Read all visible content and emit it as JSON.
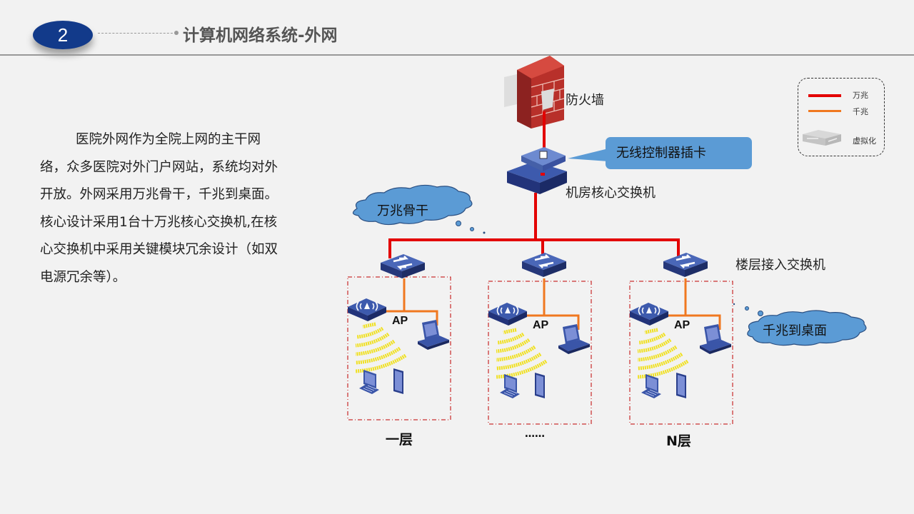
{
  "header": {
    "section_number": "2",
    "title": "计算机网络系统-外网"
  },
  "description": "医院外网作为全院上网的主干网络，众多医院对外门户网站，系统均对外开放。外网采用万兆骨干，千兆到桌面。核心设计采用1台十万兆核心交换机,在核心交换机中采用关键模块冗余设计（如双电源冗余等）。",
  "diagram": {
    "firewall_label": "防火墙",
    "core_switch_label": "机房核心交换机",
    "wireless_controller_callout": "无线控制器插卡",
    "access_switch_label": "楼层接入交换机",
    "backbone_cloud": "万兆骨干",
    "desktop_cloud": "千兆到桌面",
    "floors": [
      {
        "label": "一层",
        "ap_label": "AP"
      },
      {
        "label": "……",
        "ap_label": "AP"
      },
      {
        "label": "N层",
        "ap_label": "AP"
      }
    ],
    "colors": {
      "ten_gigabit": "#e30000",
      "gigabit": "#f07820",
      "device_blue": "#2f4a9a",
      "firewall_red": "#b8302a",
      "callout_blue": "#5b9bd5",
      "wifi_yellow": "#f0e020",
      "floor_border": "#c00000"
    }
  },
  "legend": {
    "items": [
      {
        "label": "万兆",
        "color": "#e30000"
      },
      {
        "label": "千兆",
        "color": "#f07820"
      },
      {
        "label": "虚拟化",
        "icon": "virtual-switch-icon"
      }
    ]
  }
}
